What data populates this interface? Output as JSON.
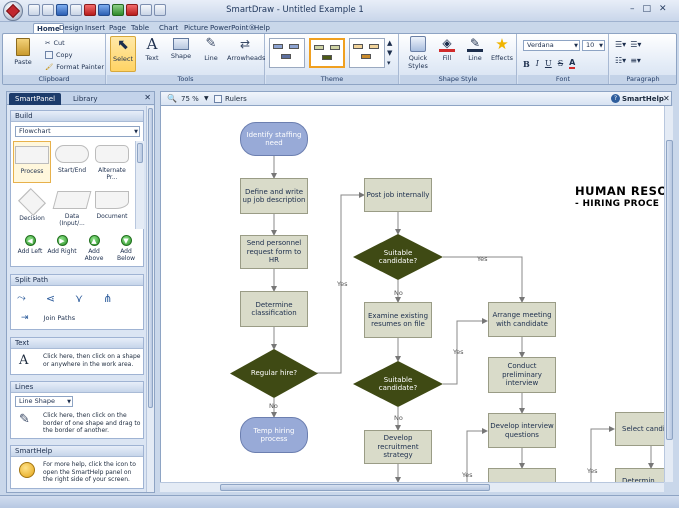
{
  "window": {
    "title": "SmartDraw - Untitled Example 1",
    "controls": [
      "–",
      "□",
      "✕"
    ]
  },
  "ribbon_tabs": [
    "Home",
    "Design",
    "Insert",
    "Page",
    "Table",
    "Chart",
    "Picture",
    "PowerPoint®",
    "Help"
  ],
  "ribbon": {
    "clipboard": {
      "paste": "Paste",
      "cut": "Cut",
      "copy": "Copy",
      "format_painter": "Format Painter",
      "label": "Clipboard"
    },
    "tools": {
      "select": "Select",
      "text": "Text",
      "shape": "Shape",
      "line": "Line",
      "arrowheads": "Arrowheads",
      "label": "Tools"
    },
    "theme": {
      "label": "Theme"
    },
    "shape_style": {
      "quick_styles": "Quick Styles",
      "fill": "Fill",
      "line": "Line",
      "effects": "Effects",
      "label": "Shape Style"
    },
    "font": {
      "family": "Verdana",
      "size": "10",
      "label": "Font",
      "bold": "B",
      "italic": "I",
      "underline": "U",
      "strike": "S",
      "font_color": "A"
    },
    "paragraph": {
      "label": "Paragraph"
    }
  },
  "panel": {
    "tabs": [
      "SmartPanel",
      "Library"
    ],
    "close": "✕",
    "build": {
      "title": "Build",
      "library": "Flowchart",
      "shapes": [
        "Process",
        "Start/End",
        "Alternate Pr...",
        "Decision",
        "Data (Input/...",
        "Document"
      ],
      "add_buttons": [
        "Add Left",
        "Add Right",
        "Add Above",
        "Add Below"
      ]
    },
    "split_path": {
      "title": "Split Path",
      "join": "Join Paths"
    },
    "text": {
      "title": "Text",
      "hint": "Click here, then click on a shape or anywhere in the work area."
    },
    "lines": {
      "title": "Lines",
      "select": "Line Shape",
      "hint": "Click here, then click on the border of one shape and drag to the border of another."
    },
    "smarthelp": {
      "title": "SmartHelp",
      "hint": "For more help, click the icon to open the SmartHelp panel on the right side of your screen."
    }
  },
  "workspace": {
    "zoom": "75 %",
    "rulers": "Rulers",
    "smarthelp": "SmartHelp",
    "close": "✕"
  },
  "diagram": {
    "title_line1": "HUMAN RESO",
    "title_line2": "- HIRING PROCE",
    "nodes": {
      "identify": "Identify staffing need",
      "define": "Define and write up job description",
      "send": "Send personnel request form to HR",
      "determine": "Determine classification",
      "regular": "Regular hire?",
      "temp": "Temp hiring process",
      "post": "Post job internally",
      "suitable1": "Suitable candidate?",
      "examine": "Examine existing resumes on file",
      "suitable2": "Suitable candidate?",
      "develop_recruit": "Develop recruitment strategy",
      "arrange": "Arrange meeting with candidate",
      "conduct": "Conduct preliminary interview",
      "develop_questions": "Develop interview questions",
      "select": "Select candid",
      "determine2": "Determin"
    },
    "edge_labels": {
      "yes": "Yes",
      "no": "No"
    }
  },
  "colors": {
    "process_fill": "#d9dbc9",
    "terminal_fill": "#98aad7",
    "decision_fill": "#3f4a14",
    "title_bg": "#c9d7ea"
  }
}
